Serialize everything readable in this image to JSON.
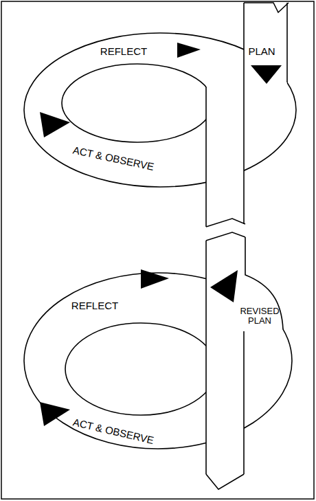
{
  "diagram": {
    "labels": [
      "REFLECT",
      "PLAN",
      "ACT & OBSERVE",
      "REFLECT",
      "REVISED PLAN",
      "ACT & OBSERVE"
    ]
  }
}
